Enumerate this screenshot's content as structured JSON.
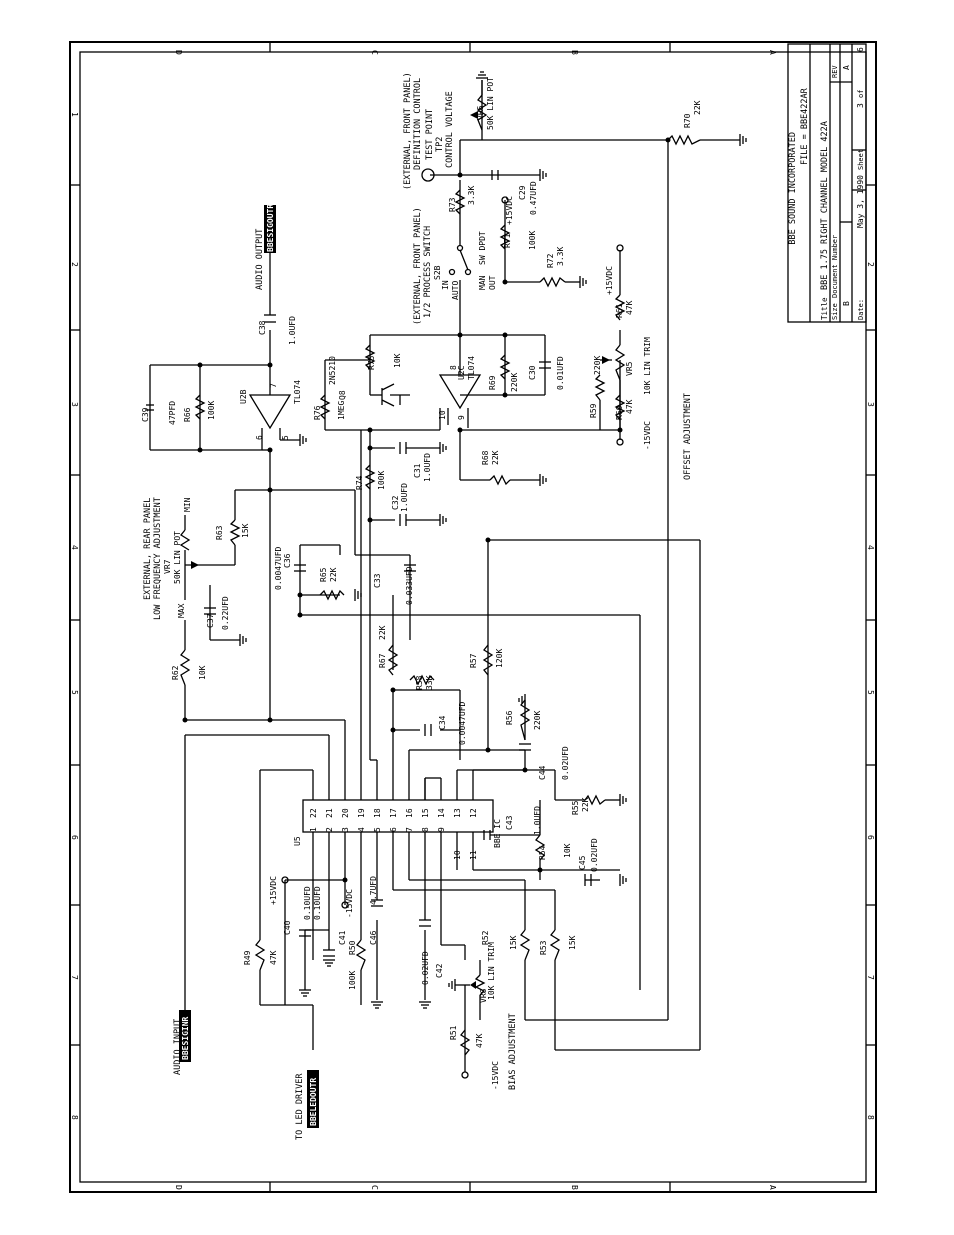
{
  "title_block": {
    "company": "BBE SOUND INCORPORATED",
    "file": "FILE = BBE422AR",
    "title_label": "Title",
    "title": "BBE 1.75 RIGHT CHANNEL MODEL 422A",
    "size_label": "Size",
    "size": "B",
    "doc_label": "Document Number",
    "rev_label": "REV",
    "rev": "A",
    "date_label": "Date:",
    "date": "May 3, 1990",
    "sheet_label": "Sheet",
    "sheet_no": "3",
    "sheet_of": "of",
    "sheet_total": "6"
  },
  "border_zones": {
    "letters": [
      "D",
      "C",
      "B",
      "A"
    ],
    "numbers": [
      "1",
      "2",
      "3",
      "4",
      "5",
      "6",
      "7",
      "8"
    ]
  },
  "labels": {
    "audio_output": "AUDIO OUTPUT",
    "net_out": "BBESIGOUTR",
    "audio_input": "AUDIO INPUT",
    "net_in": "BBESIGINR",
    "led_driver": "TO LED DRIVER",
    "net_led": "BBELEDOUTR",
    "lf_adj_1": "EXTERNAL, REAR PANEL",
    "lf_adj_2": "LOW FREQUENCY ADJUSTMENT",
    "def_ctrl_1": "(EXTERNAL, FRONT PANEL)",
    "def_ctrl_2": "DEFINITION CONTROL",
    "proc_sw_1": "(EXTERNAL, FRONT PANEL)",
    "proc_sw_2": "1/2 PROCESS SWITCH",
    "test_point": "TEST POINT",
    "tp2": "TP2",
    "control_voltage": "CONTROL VOLTAGE",
    "offset_adj": "OFFSET ADJUSTMENT",
    "bias_adj": "BIAS ADJUSTMENT",
    "ic_name": "BBE IC",
    "ic_ref": "U5",
    "min": "MIN",
    "max": "MAX",
    "in": "IN",
    "auto": "AUTO",
    "man": "MAN",
    "out": "OUT",
    "sw": "SW DPDT",
    "s2b": "S2B"
  },
  "components": {
    "c39": "C39",
    "c39v": "47PFD",
    "r66": "R66",
    "r66v": "100K",
    "u2b": "U2B",
    "u2bp": "TL074",
    "c38": "C38",
    "c38v": "1.0UFD",
    "r74": "R74",
    "r74v": "100K",
    "r75": "R75",
    "r75v": "10K",
    "r76": "R76",
    "r76v": "1MEG",
    "q8": "Q8",
    "q8p": "2N5210",
    "u2c": "U2C",
    "u2cp": "TL074",
    "r69": "R69",
    "r69v": "220K",
    "c30": "C30",
    "c30v": "0.01UFD",
    "c31": "C31",
    "c31v": "1.0UFD",
    "c32": "C32",
    "c32v": "1.0UFD",
    "r68": "R68",
    "r68v": "22K",
    "r73": "R73",
    "r73v": "3.3K",
    "c29": "C29",
    "c29v": "0.47UFD",
    "r71": "R71",
    "r71v": "100K",
    "r72": "R72",
    "r72v": "3.3K",
    "vr6": "VR6",
    "vr6v": "50K LIN POT",
    "r70": "R70",
    "r70v": "22K",
    "r59": "R59",
    "r59v": "220K",
    "r60": "R60",
    "r60v": "47K",
    "vr5": "VR5",
    "vr5v": "10K LIN TRIM",
    "r61": "R61",
    "r61v": "47K",
    "r63": "R63",
    "r63v": "15K",
    "vr7": "VR7",
    "vr7v": "50K LIN POT",
    "c36": "C36",
    "c36v": "0.0047UFD",
    "r65": "R65",
    "r65v": "22K",
    "c33": "C33",
    "c33v": "0.033UFD",
    "c37": "C37",
    "c37v": "0.22UFD",
    "r62": "R62",
    "r62v": "10K",
    "r67": "R67",
    "r67v": "22K",
    "r58": "R58",
    "r58v": "33K",
    "c34": "C34",
    "c34v": "0.0047UFD",
    "r57": "R57",
    "r57v": "120K",
    "r56": "R56",
    "r56v": "220K",
    "c44": "C44",
    "c44v": "0.02UFD",
    "r55": "R55",
    "r55v": "22K",
    "c43": "C43",
    "c43v": "1.0UFD",
    "r54": "R54",
    "r54v": "10K",
    "c45": "C45",
    "c45v": "0.02UFD",
    "c40": "C40",
    "c40v": "0.10UFD",
    "c41": "C41",
    "c41v": "0.10UFD",
    "r49": "R49",
    "r49v": "47K",
    "r50": "R50",
    "r50v": "100K",
    "c46": "C46",
    "c46v": "4.7UFD",
    "c42": "C42",
    "c42v": "0.02UFD",
    "vr8": "VR8",
    "vr8v": "10K LIN TRIM",
    "r51": "R51",
    "r51v": "47K",
    "r52": "R52",
    "r52v": "15K",
    "r53": "R53",
    "r53v": "15K"
  },
  "supplies": {
    "p15": "+15VDC",
    "m15": "-15VDC"
  },
  "pins": {
    "top": [
      "22",
      "21",
      "20",
      "19",
      "18",
      "17",
      "16",
      "15",
      "14",
      "13",
      "12"
    ],
    "bottom": [
      "1",
      "2",
      "3",
      "4",
      "5",
      "6",
      "7",
      "8",
      "9",
      "10",
      "11"
    ],
    "u2b": [
      "7",
      "6",
      "5"
    ],
    "u2c": [
      "8",
      "10",
      "9"
    ]
  }
}
